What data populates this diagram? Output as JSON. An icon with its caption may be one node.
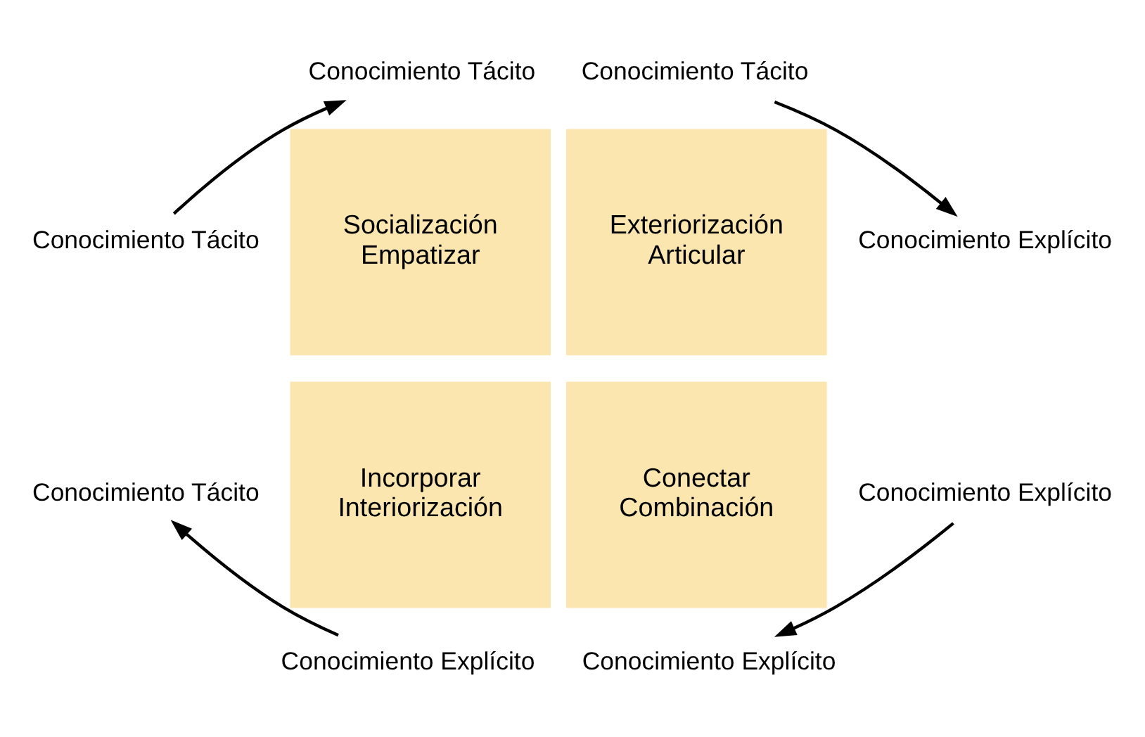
{
  "diagram": {
    "nodes": [
      {
        "text": [
          "Socialización",
          "Empatizar"
        ]
      },
      {
        "text": [
          "Exteriorización",
          "Articular"
        ]
      },
      {
        "text": [
          "Incorporar",
          "Interiorización"
        ]
      },
      {
        "text": [
          "Conectar",
          "Combinación"
        ]
      },
      {
        "text": [
          "Conocimiento Tácito"
        ]
      },
      {
        "text": [
          "Conocimiento Tácito"
        ]
      },
      {
        "text": [
          "Conocimiento Tácito"
        ]
      },
      {
        "text": [
          "Conocimiento Explícito"
        ]
      },
      {
        "text": [
          "Conocimiento Tácito"
        ]
      },
      {
        "text": [
          "Conocimiento Explícito"
        ]
      },
      {
        "text": [
          "Conocimiento Explícito"
        ]
      },
      {
        "text": [
          "Conocimiento Explícito"
        ]
      }
    ],
    "edges": [
      {
        "from": 6,
        "to": 4,
        "arrow": "to"
      },
      {
        "from": 5,
        "to": 7,
        "arrow": "to"
      },
      {
        "from": 9,
        "to": 11,
        "arrow": "to"
      },
      {
        "from": 10,
        "to": 8,
        "arrow": "to"
      }
    ]
  }
}
